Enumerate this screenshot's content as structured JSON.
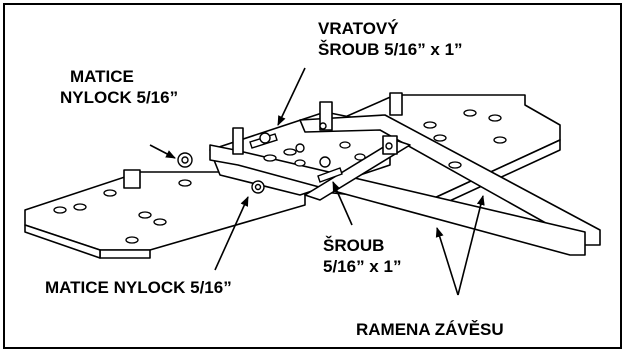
{
  "labels": {
    "carriage_bolt_line1": "VRATOVÝ",
    "carriage_bolt_line2": "ŠROUB 5/16” x 1”",
    "nylock_nut_top_line1": "MATICE",
    "nylock_nut_top_line2": "NYLOCK 5/16”",
    "bolt_line1": "ŠROUB",
    "bolt_line2": "5/16” x 1”",
    "nylock_nut_bottom": "MATICE NYLOCK 5/16”",
    "hitch_arms": "RAMENA ZÁVĚSU"
  },
  "colors": {
    "ink": "#000000",
    "paper": "#ffffff"
  }
}
